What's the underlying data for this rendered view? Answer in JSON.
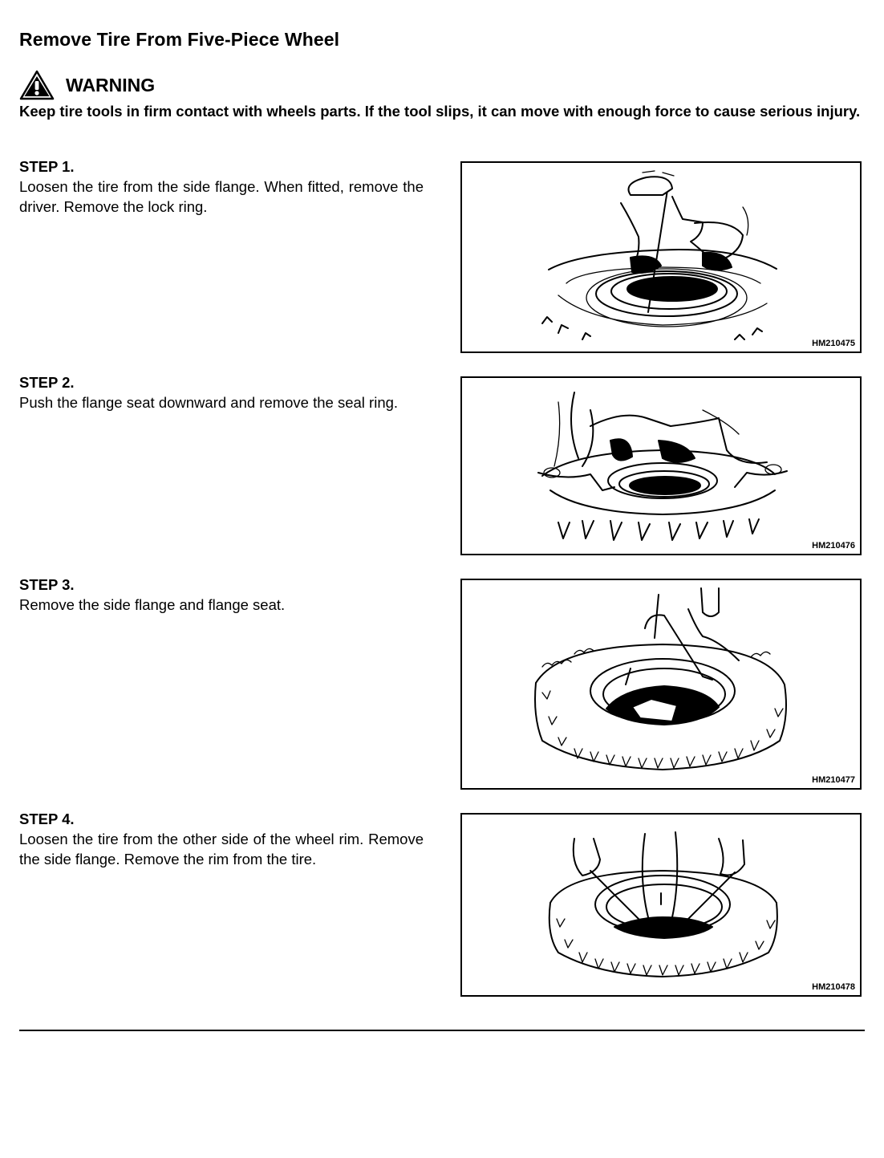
{
  "page": {
    "title": "Remove Tire From Five-Piece Wheel"
  },
  "warning": {
    "icon": "warning-triangle-icon",
    "label": "WARNING",
    "text": "Keep tire tools in firm contact with wheels parts.  If the tool slips, it can move with enough force to cause serious injury."
  },
  "steps": [
    {
      "heading": "STEP 1.",
      "text": "Loosen the tire from the side flange.  When fitted, remove the driver.  Remove the lock ring.",
      "figure_id": "HM210475"
    },
    {
      "heading": "STEP 2.",
      "text": "Push the flange seat downward and remove the seal ring.",
      "figure_id": "HM210476"
    },
    {
      "heading": "STEP 3.",
      "text": "Remove the side flange and flange seat.",
      "figure_id": "HM210477"
    },
    {
      "heading": "STEP 4.",
      "text": "Loosen the tire from the other side of the wheel rim.  Remove the side flange.  Remove the rim from the tire.",
      "figure_id": "HM210478"
    }
  ]
}
